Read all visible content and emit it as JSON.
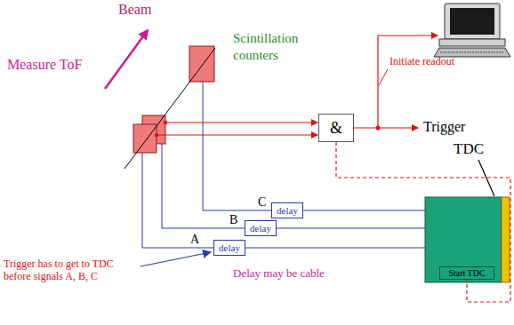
{
  "diagram": {
    "nodes": [
      {
        "text": [
          "&"
        ]
      },
      {
        "text": [
          "delay"
        ]
      },
      {
        "text": [
          "delay"
        ]
      },
      {
        "text": [
          "delay"
        ]
      },
      {
        "text": [
          "TDC"
        ]
      },
      {
        "text": [
          "Start TDC"
        ],
        "in": 4
      }
    ],
    "edges": [
      {
        "from": 1,
        "to": 4,
        "arrow": "none"
      },
      {
        "from": 2,
        "to": 4,
        "arrow": "none"
      },
      {
        "from": 3,
        "to": 4,
        "arrow": "none"
      },
      {
        "from": 0,
        "to": 5,
        "arrow": "none"
      }
    ],
    "labels": [
      "Beam",
      "Measure ToF",
      "Scintillation counters",
      "Initiate readout",
      "Trigger",
      "C",
      "B",
      "A",
      "Trigger has to get to TDC before signals A, B, C",
      "Delay may be cable"
    ]
  }
}
